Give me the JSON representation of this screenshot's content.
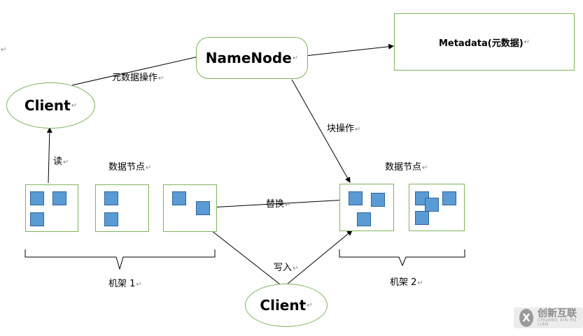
{
  "nodes": {
    "namenode": "NameNode",
    "metadata": "Metadata(元数据)",
    "client_top": "Client",
    "client_bottom": "Client"
  },
  "labels": {
    "metadata_ops": "元数据操作",
    "block_ops": "块操作",
    "read": "读",
    "datanodes_left": "数据节点",
    "datanodes_right": "数据节点",
    "replace": "替换",
    "write": "写入",
    "rack1": "机架 1",
    "rack2": "机架 2"
  },
  "paragraph_mark": "↵",
  "colors": {
    "green_border": "#7fb35a",
    "block_fill": "#5b9bd5",
    "block_border": "#2e6597"
  },
  "watermark": {
    "text": "创新互联",
    "sub": "CHUANG XIN HU LIAN",
    "icon": "X"
  }
}
